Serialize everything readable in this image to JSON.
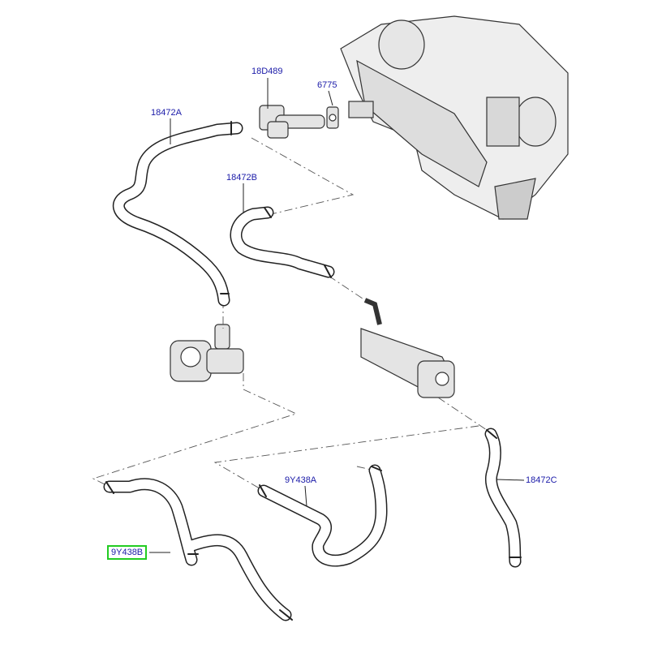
{
  "labels": {
    "p18D489": "18D489",
    "p6775": "6775",
    "p18472A": "18472A",
    "p18472B": "18472B",
    "p9Y438A": "9Y438A",
    "p18472C": "18472C",
    "p9Y438B": "9Y438B"
  },
  "colors": {
    "label": "#1a1aa8",
    "highlight": "#22cc22",
    "line": "#222222"
  }
}
